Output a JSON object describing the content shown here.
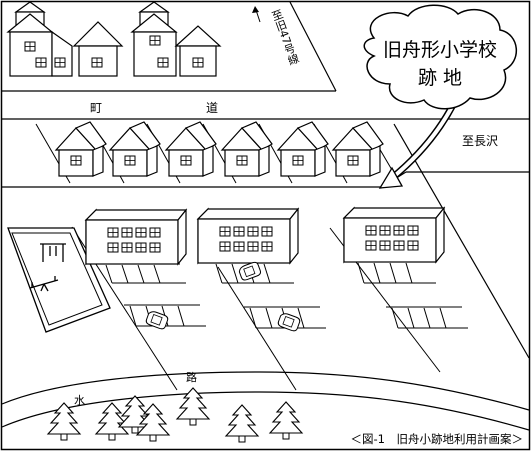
{
  "labels": {
    "to_old_route_47": "至旧47号線",
    "town_road_1": "町",
    "town_road_2": "道",
    "to_nagasawa": "至長沢",
    "waterway_1": "水",
    "waterway_2": "路"
  },
  "callout": {
    "line1": "旧舟形小学校",
    "line2": "跡 地"
  },
  "caption": "＜図-1　旧舟小跡地利用計画案＞"
}
